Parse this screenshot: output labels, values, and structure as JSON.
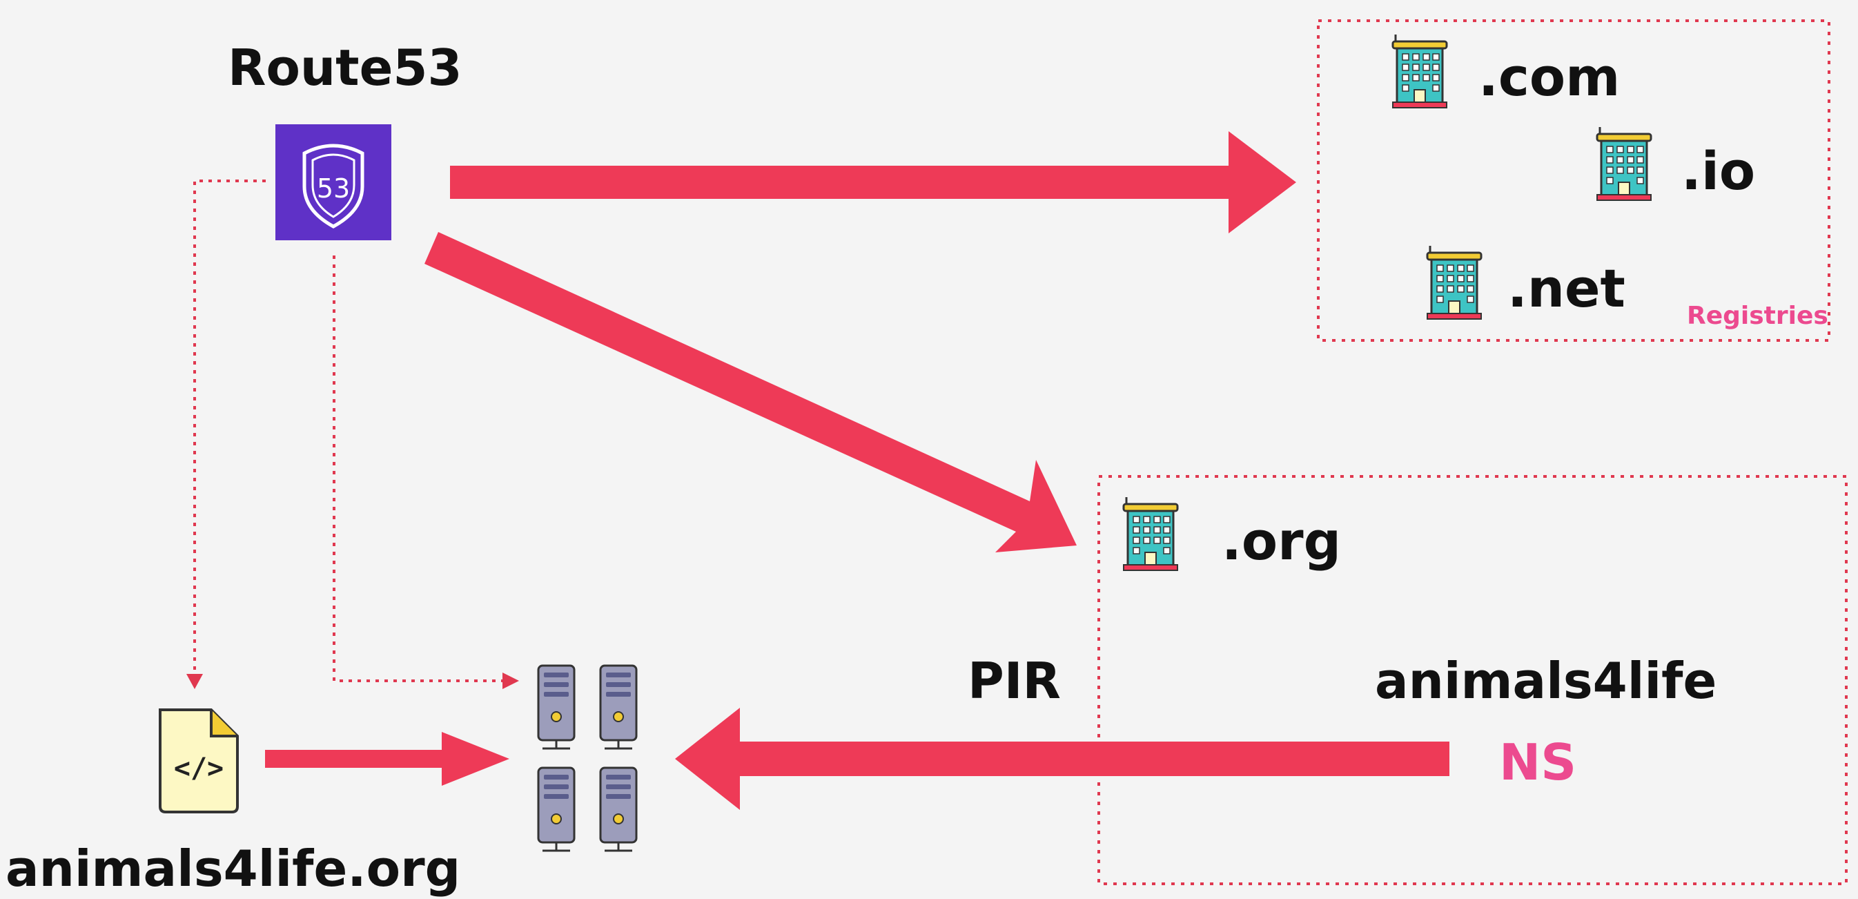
{
  "title": "Route53",
  "domain_file_label": "animals4life.org",
  "registries": {
    "label": "Registries",
    "tlds": [
      ".com",
      ".io",
      ".net"
    ]
  },
  "org_registry": {
    "tld": ".org",
    "operator": "PIR",
    "domain": "animals4life",
    "record": "NS"
  },
  "route53_badge_text": "53",
  "file_icon_text": "</>",
  "colors": {
    "arrow": "#ee3a57",
    "route53_bg": "#5f31c7",
    "registries_label": "#ec4a8f",
    "ns_label": "#ec4a8f",
    "dotted_border": "#e0384f",
    "building": "#3ec4c4",
    "building_roof": "#f2cc34",
    "file_bg": "#fdf8c4",
    "server": "#9c9dbb"
  },
  "icons": [
    "route53-shield-icon",
    "building-icon",
    "server-icon",
    "code-file-icon"
  ]
}
